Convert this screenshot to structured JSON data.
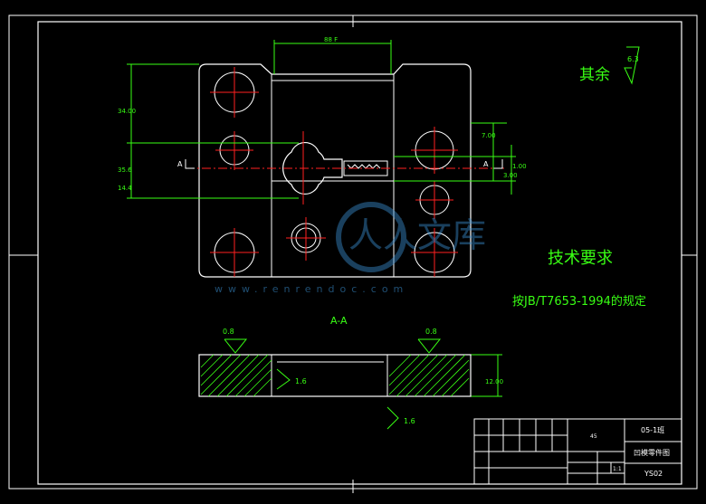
{
  "drawing": {
    "roughness_label": "其余",
    "roughness_value": "6.3",
    "tech_title": "技术要求",
    "tech_note": "按JB/T7653-1994的规定",
    "section_label": "A-A",
    "cut_mark_left": "A",
    "cut_mark_right": "A",
    "surface_finish_1": "0.8",
    "surface_finish_2": "0.8",
    "surface_finish_3": "1.6",
    "surface_finish_4": "1.6",
    "dims": {
      "top_width": "88 F",
      "left_height": "34.00",
      "left_lower": "35.6",
      "left_bottom": "14.4",
      "right_upper": "7.00",
      "right_lower": "3.00",
      "right_lower2": "1.00",
      "section_thickness": "12.00"
    }
  },
  "title_block": {
    "school": "05-1班",
    "part_name": "凹模零件图",
    "drawing_no": "YS02",
    "material": "45",
    "scale": "1:1"
  },
  "watermark": {
    "text": "人人文库",
    "url": "www.renrendoc.com"
  }
}
